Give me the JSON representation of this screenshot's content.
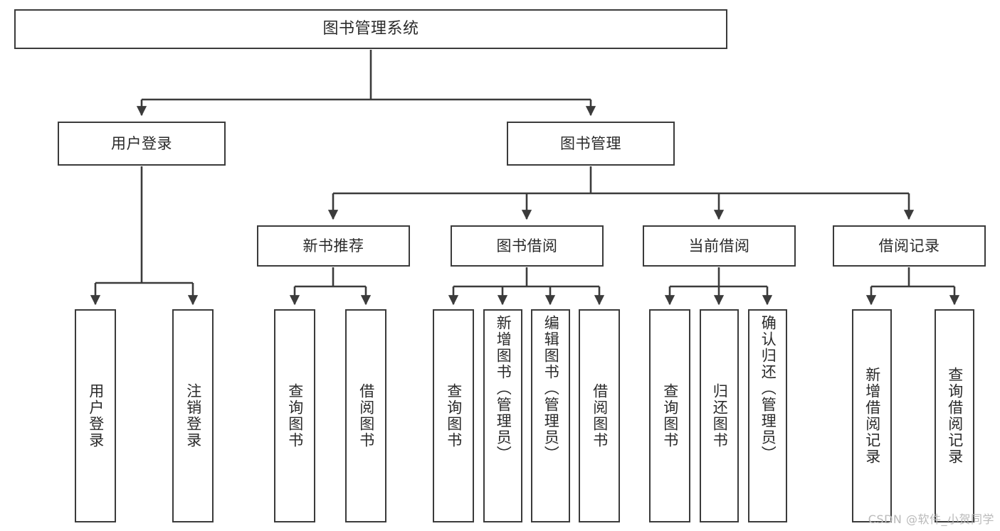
{
  "diagram": {
    "type": "tree-hierarchy",
    "title": "图书管理系统",
    "root": {
      "label": "图书管理系统"
    },
    "level2": [
      {
        "label": "用户登录"
      },
      {
        "label": "图书管理"
      }
    ],
    "level3": [
      {
        "label": "新书推荐"
      },
      {
        "label": "图书借阅"
      },
      {
        "label": "当前借阅"
      },
      {
        "label": "借阅记录"
      }
    ],
    "leaves": {
      "user_login": [
        "用户登录",
        "注销登录"
      ],
      "new_book_recommend": [
        "查询图书",
        "借阅图书"
      ],
      "book_borrow": [
        "查询图书",
        "新增图书（管理员）",
        "编辑图书（管理员）",
        "借阅图书"
      ],
      "current_borrow": [
        "查询图书",
        "归还图书",
        "确认归还（管理员）"
      ],
      "borrow_record": [
        "新增借阅记录",
        "查询借阅记录"
      ]
    }
  },
  "watermark": {
    "text": "CSDN @软件_小贺同学"
  },
  "colors": {
    "box_border": "#3b3b3b",
    "box_fill": "#ffffff",
    "line": "#3b3b3b",
    "text": "#2a2a2a",
    "watermark": "#b9b9b9"
  }
}
